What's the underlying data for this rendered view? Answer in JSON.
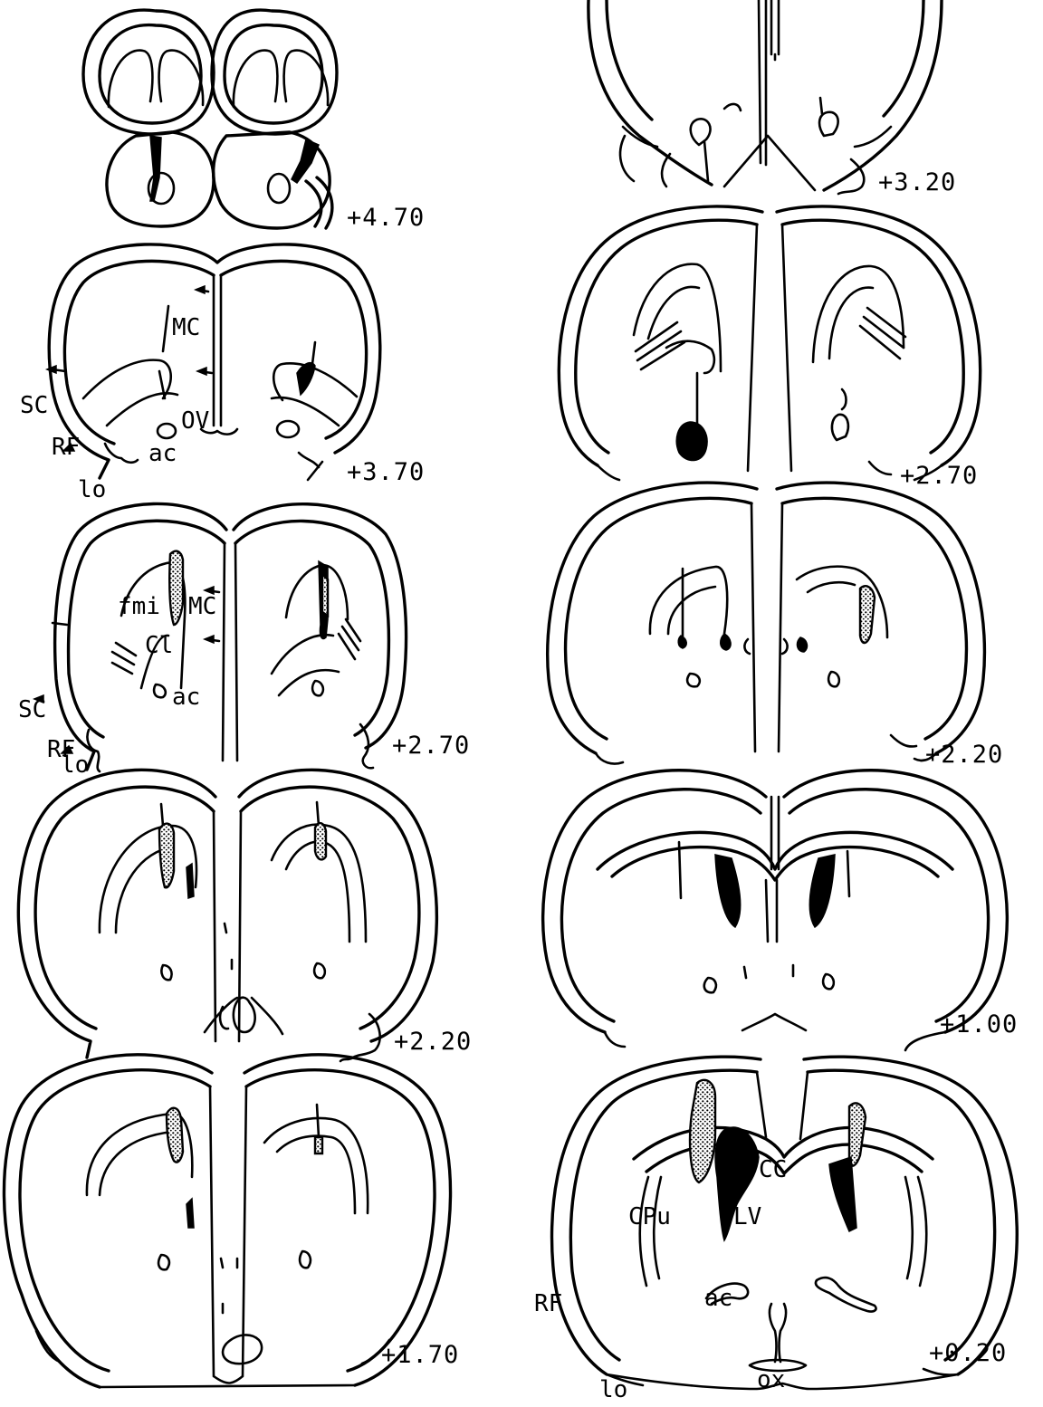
{
  "coordinates": {
    "s1": "+4.70",
    "s2": "+3.70",
    "s3": "+2.70",
    "s4": "+2.20",
    "s5": "+1.70",
    "s6": "+3.20",
    "s7": "+2.70",
    "s8": "+2.20",
    "s9": "+1.00",
    "s10": "+0.20"
  },
  "labels": {
    "sc": "SC",
    "rf": "RF",
    "lo": "lo",
    "mc": "MC",
    "ov": "OV",
    "ac": "ac",
    "fmi": "fmi",
    "cl": "Cl",
    "cc": "CC",
    "cpu": "CPu",
    "lv": "LV",
    "ox": "ox"
  }
}
